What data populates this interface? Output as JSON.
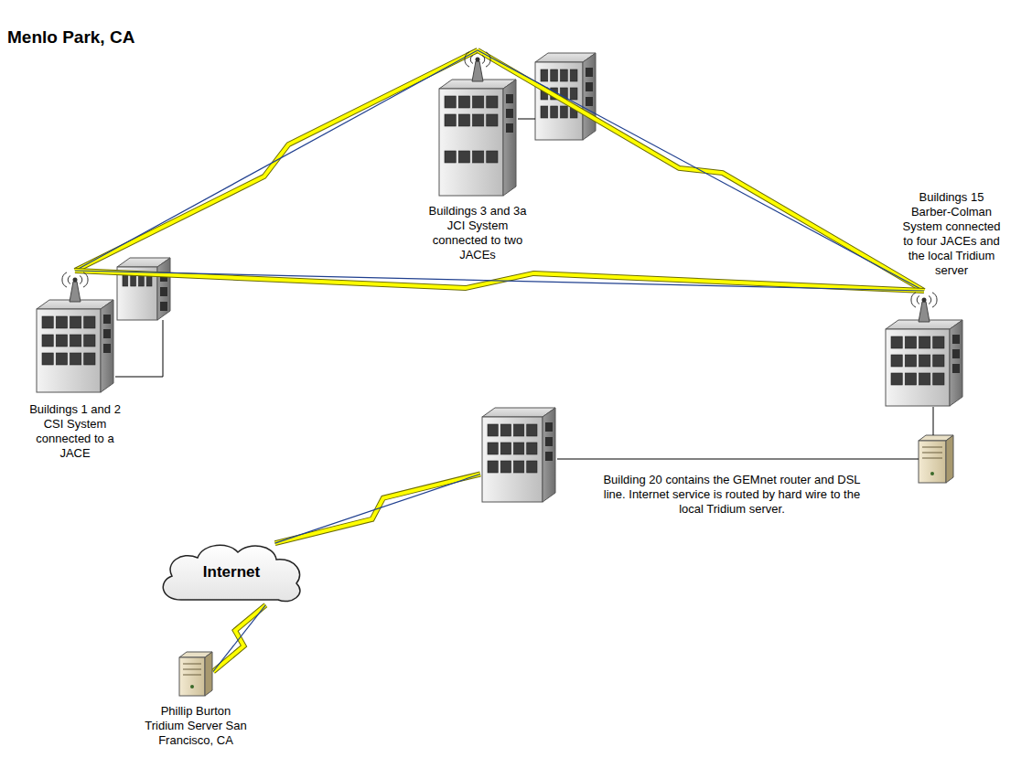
{
  "diagram": {
    "title": "Menlo Park, CA",
    "nodes": [
      {
        "text": [
          "Buildings 3 and 3a JCI System connected to two JACEs"
        ]
      },
      {
        "text": [
          "Buildings 15 Barber-Colman System connected to four JACEs and the local Tridium server"
        ]
      },
      {
        "text": [
          "Buildings 1 and 2 CSI System connected to a JACE"
        ]
      },
      {
        "text": [
          "Building 20 contains the GEMnet router and DSL line. Internet service is routed by hard wire to the local Tridium server."
        ]
      },
      {
        "text": [
          "Internet"
        ]
      },
      {
        "text": [
          "Phillip Burton Tridium Server San Francisco, CA"
        ]
      }
    ],
    "edges": [
      {
        "from": 2,
        "to": 0,
        "arrow": "none"
      },
      {
        "from": 0,
        "to": 1,
        "arrow": "none"
      },
      {
        "from": 2,
        "to": 1,
        "arrow": "none"
      },
      {
        "from": 3,
        "to": 4,
        "arrow": "none"
      },
      {
        "from": 4,
        "to": 5,
        "arrow": "none"
      }
    ]
  }
}
